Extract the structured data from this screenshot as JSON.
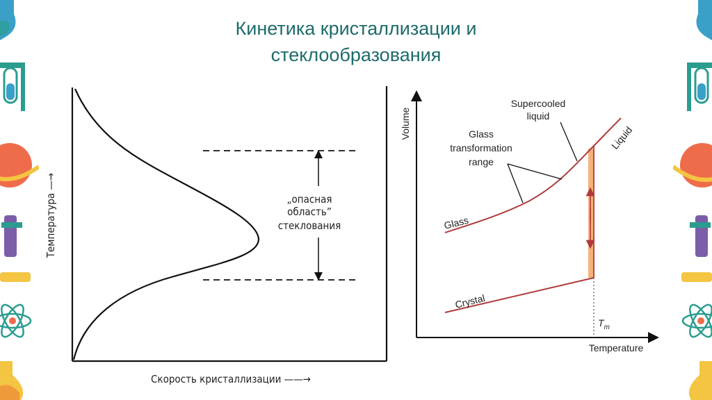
{
  "slide": {
    "title_line1": "Кинетика кристаллизации и",
    "title_line2": "стеклообразования"
  },
  "left_diagram": {
    "y_axis_label": "Температура —→",
    "x_axis_label": "Скорость кристаллизации ——→",
    "region_line1": "„опасная",
    "region_line2": "область”",
    "region_line3": "стеклования"
  },
  "right_diagram": {
    "y_axis_label": "Volume",
    "x_axis_label": "Temperature",
    "supercooled_line1": "Supercooled",
    "supercooled_line2": "liquid",
    "glass_range_line1": "Glass",
    "glass_range_line2": "transformation",
    "glass_range_line3": "range",
    "liquid_label": "Liquid",
    "glass_label": "Glass",
    "crystal_label": "Crystal",
    "tm_label": "T",
    "tm_sub": "m",
    "curve_color": "#b03a3a",
    "band_color": "#f4a460"
  },
  "decoration": {
    "colors": [
      "#2a9d8f",
      "#ef6c4a",
      "#f4c542",
      "#7b5ea7",
      "#3aa0c8"
    ],
    "icons": [
      "flask-icon",
      "test-tube-icon",
      "planet-icon",
      "microscope-icon",
      "atom-icon",
      "beaker-icon"
    ]
  }
}
